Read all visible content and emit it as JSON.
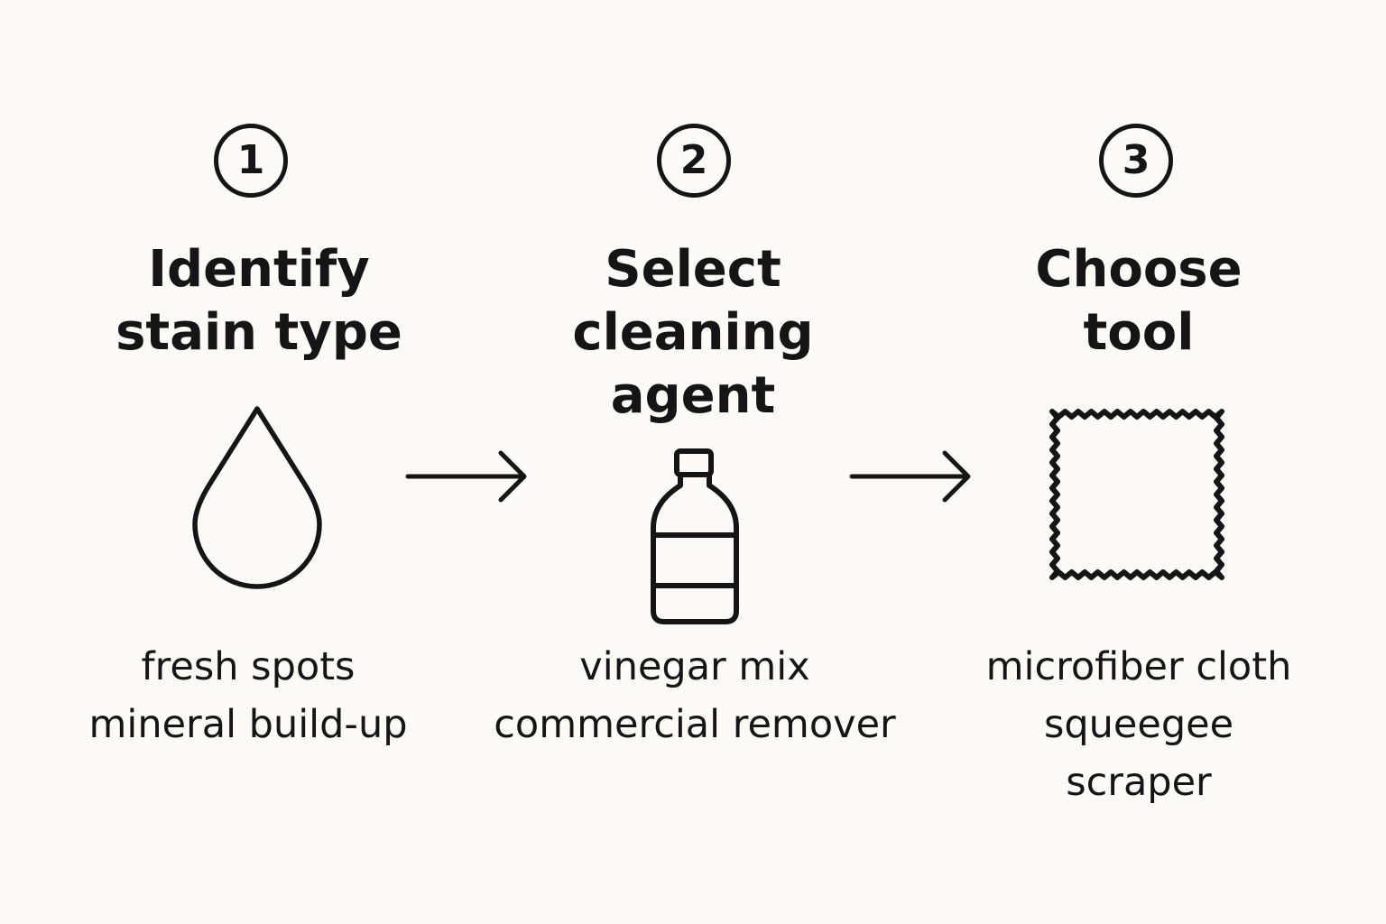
{
  "colors": {
    "background": "#fbfaf7",
    "ink": "#151515"
  },
  "steps": [
    {
      "number": "1",
      "title": "Identify\nstain type",
      "icon": "water-drop-icon",
      "items": [
        "fresh spots",
        "mineral build-up"
      ]
    },
    {
      "number": "2",
      "title": "Select\ncleaning\nagent",
      "icon": "bottle-icon",
      "items": [
        "vinegar mix",
        "commercial remover"
      ]
    },
    {
      "number": "3",
      "title": "Choose\ntool",
      "icon": "cloth-icon",
      "items": [
        "microfiber cloth",
        "squeegee",
        "scraper"
      ]
    }
  ],
  "connectors": [
    "arrow-right-icon",
    "arrow-right-icon"
  ]
}
